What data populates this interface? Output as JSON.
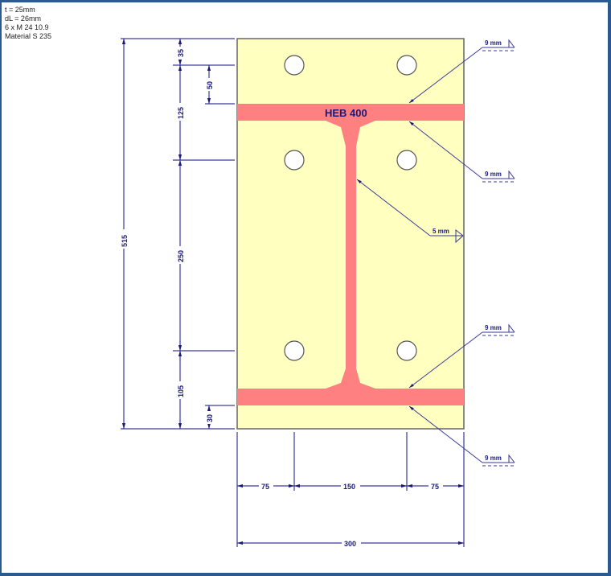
{
  "info": {
    "lines": [
      "t = 25mm",
      "dL = 26mm",
      "6 x M 24 10.9",
      "Material S 235"
    ]
  },
  "section": {
    "label": "HEB 400"
  },
  "colors": {
    "frame": "#2b5a8f",
    "plate": "#ffffc0",
    "profile": "#ff8080",
    "dimension": "#3a3a9a",
    "text": "#1a1a7a"
  },
  "dimensions": {
    "vertical_total": "515",
    "vertical_chain": [
      "35",
      "125",
      "250",
      "105"
    ],
    "vertical_inner": [
      "50",
      "30"
    ],
    "horizontal_chain": [
      "75",
      "150",
      "75"
    ],
    "horizontal_total": "300"
  },
  "welds": {
    "top_flange_top": "9 mm",
    "top_flange_bottom": "9 mm",
    "web": "5 mm",
    "bottom_flange_top": "9 mm",
    "bottom_flange_bottom": "9 mm"
  }
}
